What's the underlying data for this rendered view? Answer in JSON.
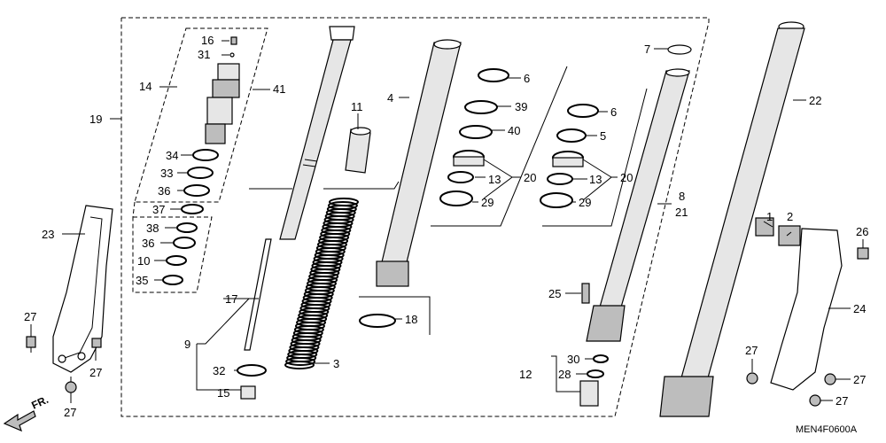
{
  "diagram": {
    "code": "MEN4F0600A",
    "direction_label": "FR.",
    "labels": {
      "p1": "1",
      "p2": "2",
      "p3": "3",
      "p4": "4",
      "p5": "5",
      "p6a": "6",
      "p6b": "6",
      "p7": "7",
      "p8": "8",
      "p9": "9",
      "p10": "10",
      "p11": "11",
      "p12": "12",
      "p13a": "13",
      "p13b": "13",
      "p14": "14",
      "p15": "15",
      "p16": "16",
      "p17": "17",
      "p18": "18",
      "p19": "19",
      "p20a": "20",
      "p20b": "20",
      "p21": "21",
      "p22": "22",
      "p23": "23",
      "p24": "24",
      "p25": "25",
      "p26": "26",
      "p27a": "27",
      "p27b": "27",
      "p27c": "27",
      "p27d": "27",
      "p27e": "27",
      "p27f": "27",
      "p28": "28",
      "p29a": "29",
      "p29b": "29",
      "p30": "30",
      "p31": "31",
      "p32": "32",
      "p33": "33",
      "p34": "34",
      "p35": "35",
      "p36a": "36",
      "p36b": "36",
      "p37": "37",
      "p38": "38",
      "p39": "39",
      "p40": "40",
      "p41": "41"
    }
  }
}
